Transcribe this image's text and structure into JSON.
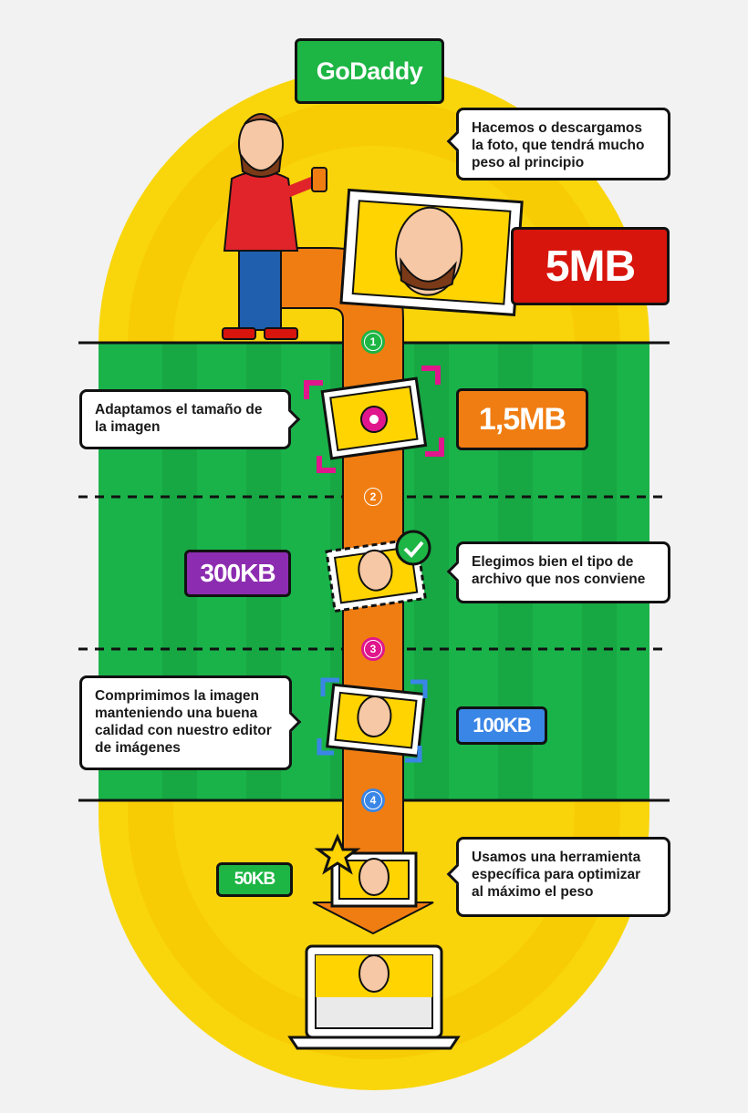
{
  "brand": {
    "name": "GoDaddy"
  },
  "steps": [
    {
      "number": "1",
      "color": "#1db544"
    },
    {
      "number": "2",
      "color": "#f07d12"
    },
    {
      "number": "3",
      "color": "#e0168c"
    },
    {
      "number": "4",
      "color": "#3a86e6"
    }
  ],
  "bubbles": [
    {
      "text": "Hacemos o descargamos la foto, que tendrá mucho peso al principio"
    },
    {
      "text": "Adaptamos el tamaño de la imagen"
    },
    {
      "text": "Elegimos bien el tipo de archivo que nos conviene"
    },
    {
      "text": "Comprimimos la imagen manteniendo una buena calidad con nuestro editor de  imágenes"
    },
    {
      "text": "Usamos una herramienta específica para optimizar al máximo el peso"
    }
  ],
  "sizes": [
    {
      "label": "5MB",
      "color": "#d7150c"
    },
    {
      "label": "1,5MB",
      "color": "#f07d12"
    },
    {
      "label": "300KB",
      "color": "#8c2cb0"
    },
    {
      "label": "100KB",
      "color": "#3a86e6"
    },
    {
      "label": "50KB",
      "color": "#1db544"
    }
  ],
  "colors": {
    "track": "#f7c500",
    "field": "#1ab34a",
    "arrow": "#f07d12",
    "photo": "#ffd400"
  },
  "icons": [
    "person-icon",
    "phone-icon",
    "photo-icon",
    "check-icon",
    "star-icon",
    "laptop-icon"
  ]
}
